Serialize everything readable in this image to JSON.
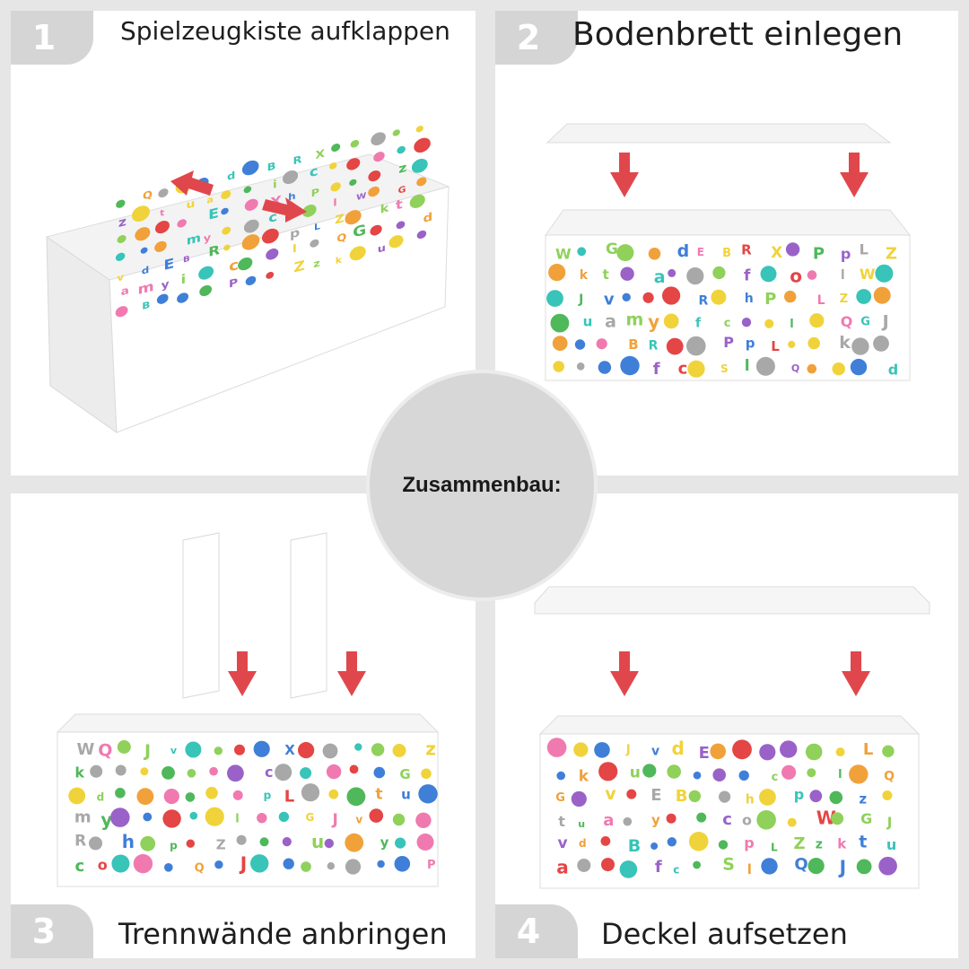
{
  "center": {
    "label": "Zusammenbau:"
  },
  "steps": [
    {
      "number": "1",
      "title": "Spielzeugkiste aufklappen"
    },
    {
      "number": "2",
      "title": "Bodenbrett einlegen"
    },
    {
      "number": "3",
      "title": "Trennwände anbringen"
    },
    {
      "number": "4",
      "title": "Deckel aufsetzen"
    }
  ],
  "colors": {
    "arrow": "#e0474c",
    "badge": "#d5d5d5",
    "circle": "#d7d7d7",
    "dots": [
      "#3f7fd8",
      "#e44545",
      "#4fb85a",
      "#f1a13a",
      "#9a62c8",
      "#f0d33a",
      "#38c4b8",
      "#f07ab0",
      "#8fd15a",
      "#a8a8a8"
    ]
  },
  "box_pattern": {
    "letters": [
      "W",
      "Q",
      "G",
      "J",
      "v",
      "d",
      "E",
      "B",
      "R",
      "X",
      "h",
      "P",
      "p",
      "L",
      "Z",
      "z",
      "k",
      "t",
      "u",
      "a",
      "m",
      "y",
      "i",
      "f",
      "c",
      "o",
      "S",
      "l"
    ]
  }
}
